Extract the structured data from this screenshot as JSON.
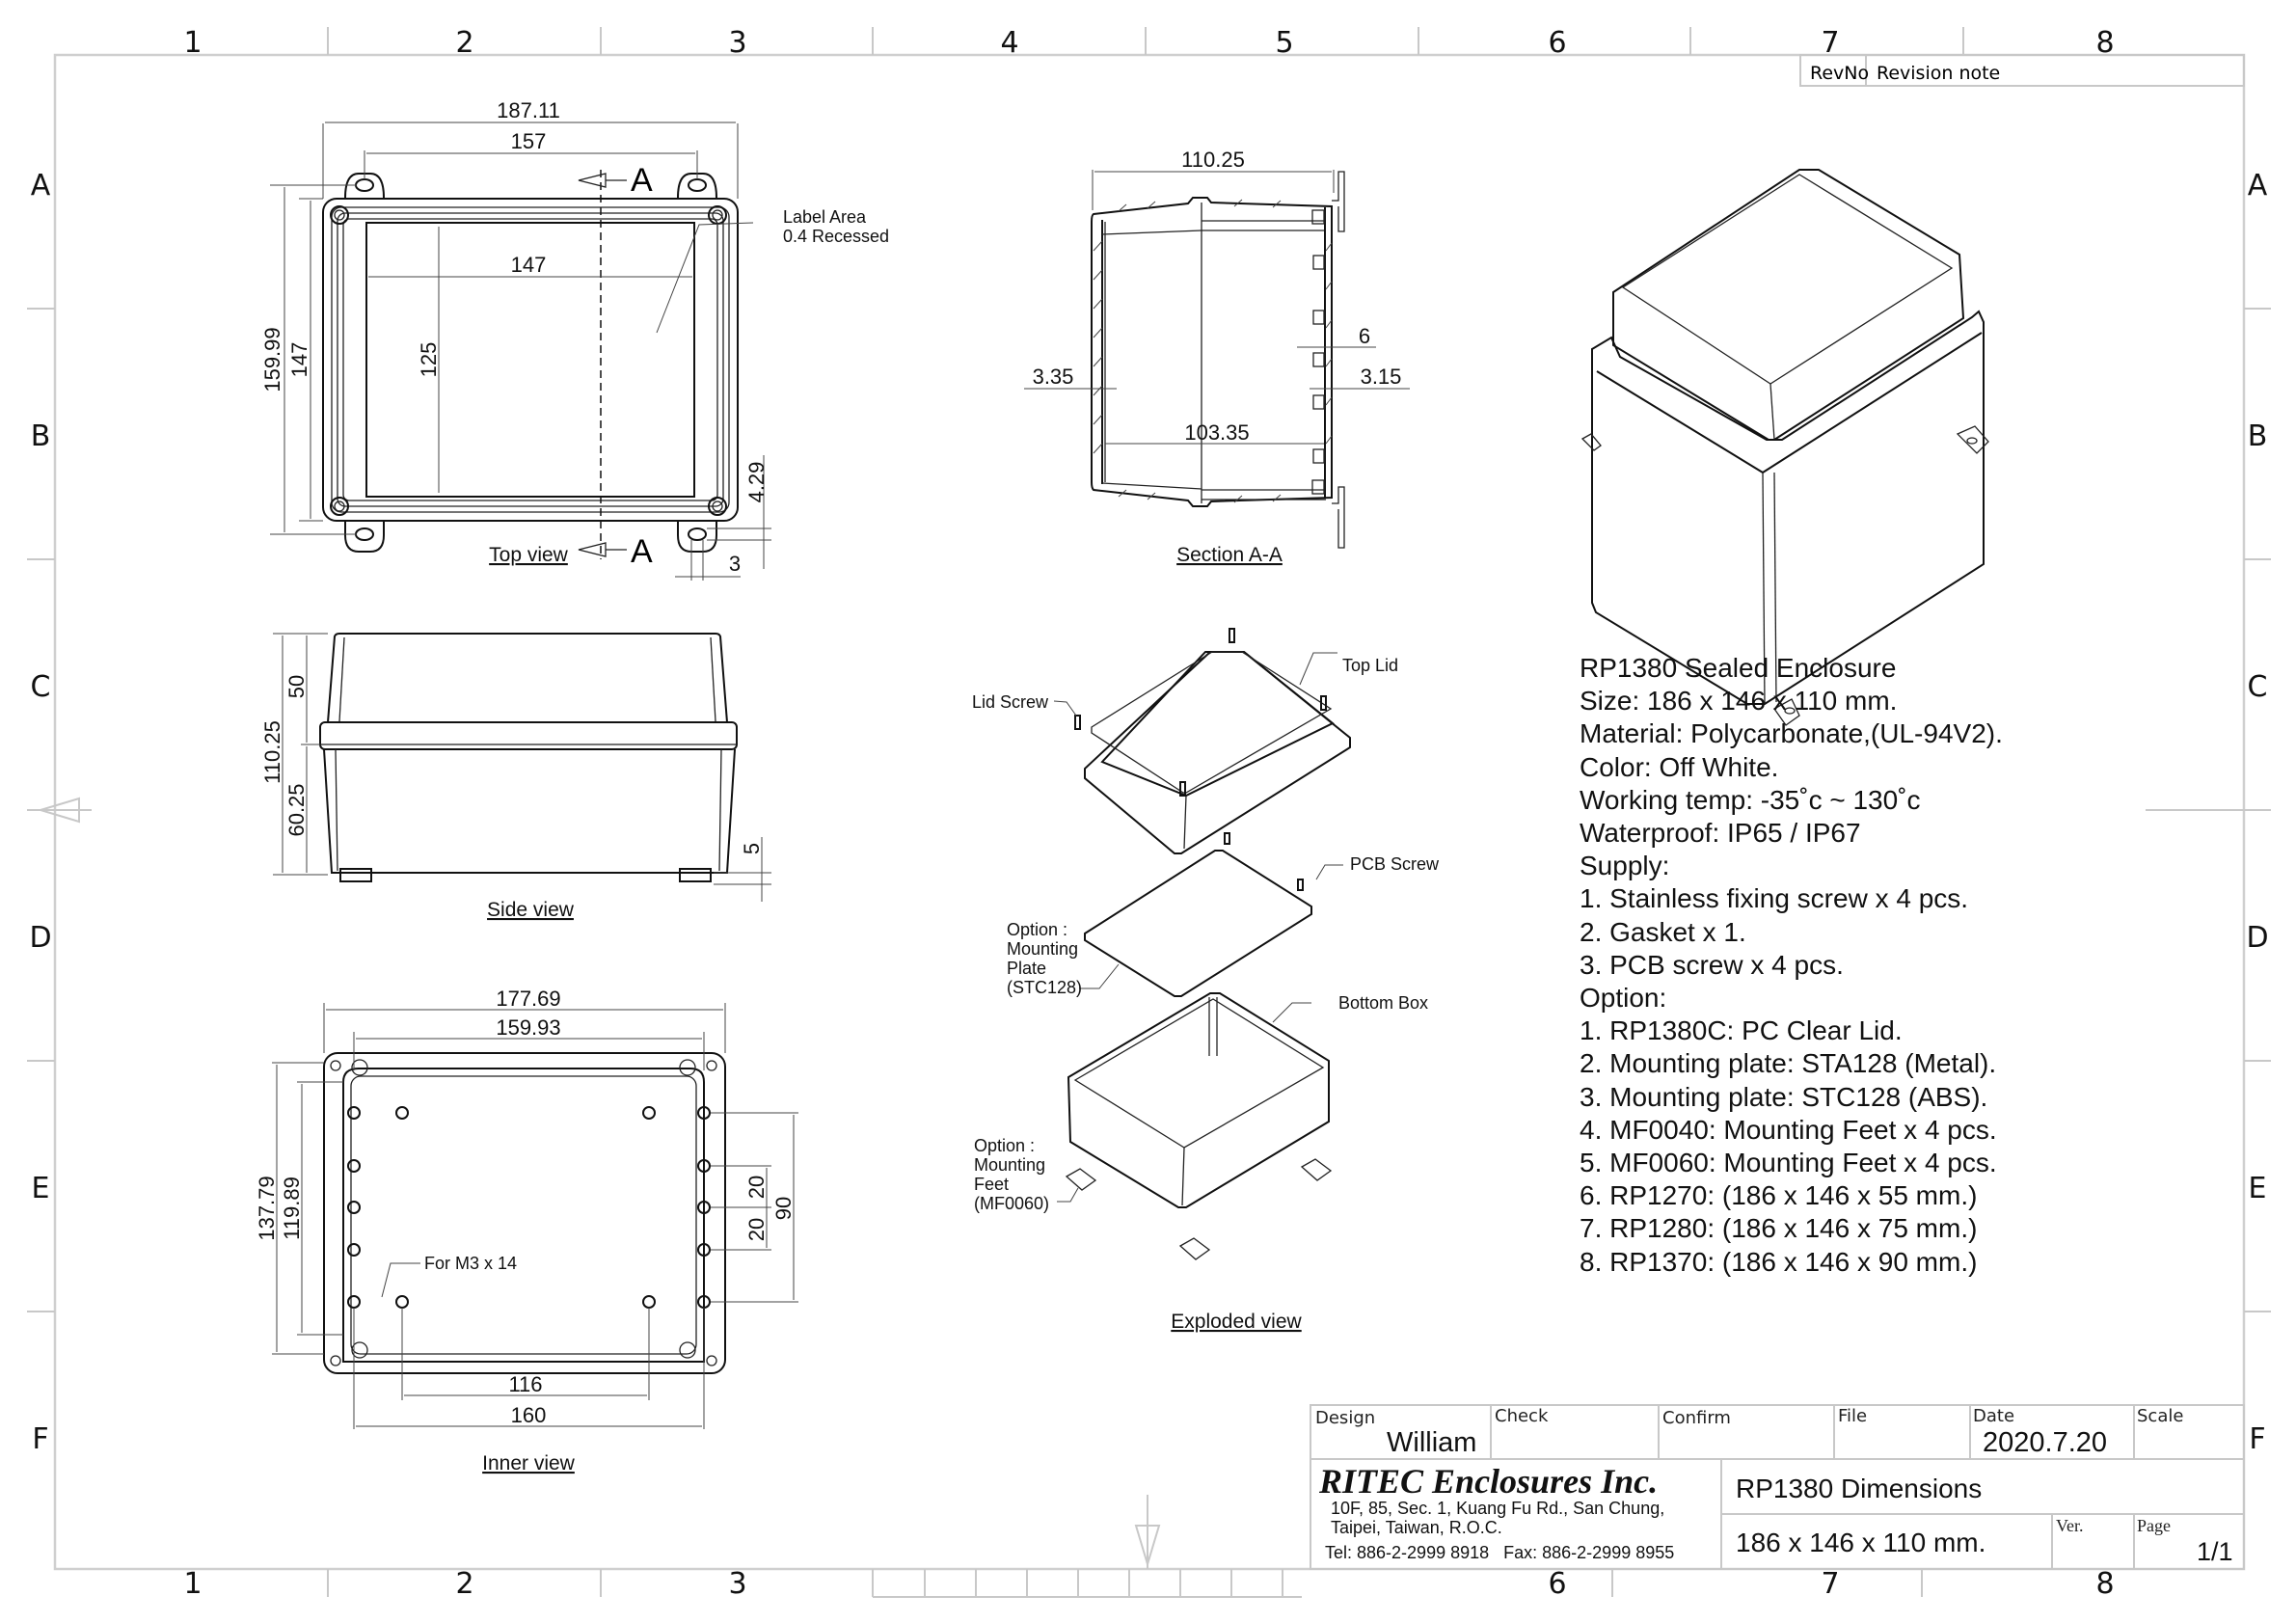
{
  "sheet": {
    "columns": [
      "1",
      "2",
      "3",
      "4",
      "5",
      "6",
      "7",
      "8"
    ],
    "rows": [
      "A",
      "B",
      "C",
      "D",
      "E",
      "F"
    ]
  },
  "revision_table": {
    "rev_no_header": "RevNo",
    "note_header": "Revision note"
  },
  "top_view": {
    "label": "Top view",
    "dims": {
      "overall_width": "187.11",
      "tab_pitch": "157",
      "label_width": "147",
      "label_height": "125",
      "overall_height": "159.99",
      "body_height": "147",
      "tab_offset": "4.29",
      "tab_hole": "3"
    },
    "section_marker": "A",
    "label_note": [
      "Label Area",
      "0.4 Recessed"
    ]
  },
  "section_view": {
    "label": "Section A-A",
    "dims": {
      "overall_depth": "110.25",
      "inner_depth": "103.35",
      "wall_left": "3.35",
      "wall_right": "3.15",
      "boss": "6"
    }
  },
  "side_view": {
    "label": "Side view",
    "dims": {
      "overall_height": "110.25",
      "lid_height": "50",
      "base_height": "60.25",
      "foot_height": "5"
    }
  },
  "inner_view": {
    "label": "Inner view",
    "dims": {
      "outer_width": "177.69",
      "inner_width": "159.93",
      "outer_height": "137.79",
      "inner_height": "119.89",
      "boss_pitch_wide": "160",
      "boss_pitch_narrow": "116",
      "pitch_a": "20",
      "pitch_b": "20",
      "pitch_total": "90"
    },
    "screw_note": "For M3 x 14"
  },
  "exploded_view": {
    "label": "Exploded view",
    "callouts": {
      "top_lid": "Top Lid",
      "lid_screw": "Lid Screw",
      "pcb_screw": "PCB Screw",
      "mounting_plate": [
        "Option :",
        "Mounting",
        "Plate",
        "(STC128)"
      ],
      "bottom_box": "Bottom Box",
      "mounting_feet": [
        "Option :",
        "Mounting",
        "Feet",
        "(MF0060)"
      ]
    }
  },
  "specs": {
    "lines": [
      "RP1380 Sealed Enclosure",
      "Size: 186 x 146 x 110 mm.",
      "Material: Polycarbonate,(UL-94V2).",
      "Color: Off White.",
      "Working temp: -35˚c ~ 130˚c",
      "Waterproof: IP65 / IP67",
      "Supply:",
      "1. Stainless fixing screw x 4 pcs.",
      "2. Gasket x 1.",
      "3. PCB screw x 4 pcs.",
      "Option:",
      "1. RP1380C: PC Clear Lid.",
      "2. Mounting plate: STA128 (Metal).",
      "3. Mounting plate: STC128 (ABS).",
      "4. MF0040: Mounting Feet x 4 pcs.",
      "5. MF0060: Mounting Feet x 4 pcs.",
      "6. RP1270: (186 x 146 x 55 mm.)",
      "7. RP1280: (186 x 146 x 75 mm.)",
      "8. RP1370: (186 x 146 x 90 mm.)"
    ]
  },
  "title_block": {
    "design_label": "Design",
    "design_value": "William",
    "check_label": "Check",
    "check_value": "",
    "confirm_label": "Confirm",
    "confirm_value": "",
    "file_label": "File",
    "file_value": "",
    "date_label": "Date",
    "date_value": "2020.7.20",
    "scale_label": "Scale",
    "scale_value": "",
    "company": "RITEC Enclosures Inc.",
    "address_1": "10F, 85, Sec. 1, Kuang Fu Rd., San Chung,",
    "address_2": "Taipei, Taiwan, R.O.C.",
    "contact": "Tel: 886-2-2999 8918   Fax: 886-2-2999 8955",
    "drawing_title": "RP1380 Dimensions",
    "size": "186 x 146 x 110 mm.",
    "ver_label": "Ver.",
    "ver_value": "",
    "page_label": "Page",
    "page_value": "1/1"
  },
  "colors": {
    "line": "#111111",
    "frame": "#cfcfcf",
    "background": "#ffffff"
  }
}
